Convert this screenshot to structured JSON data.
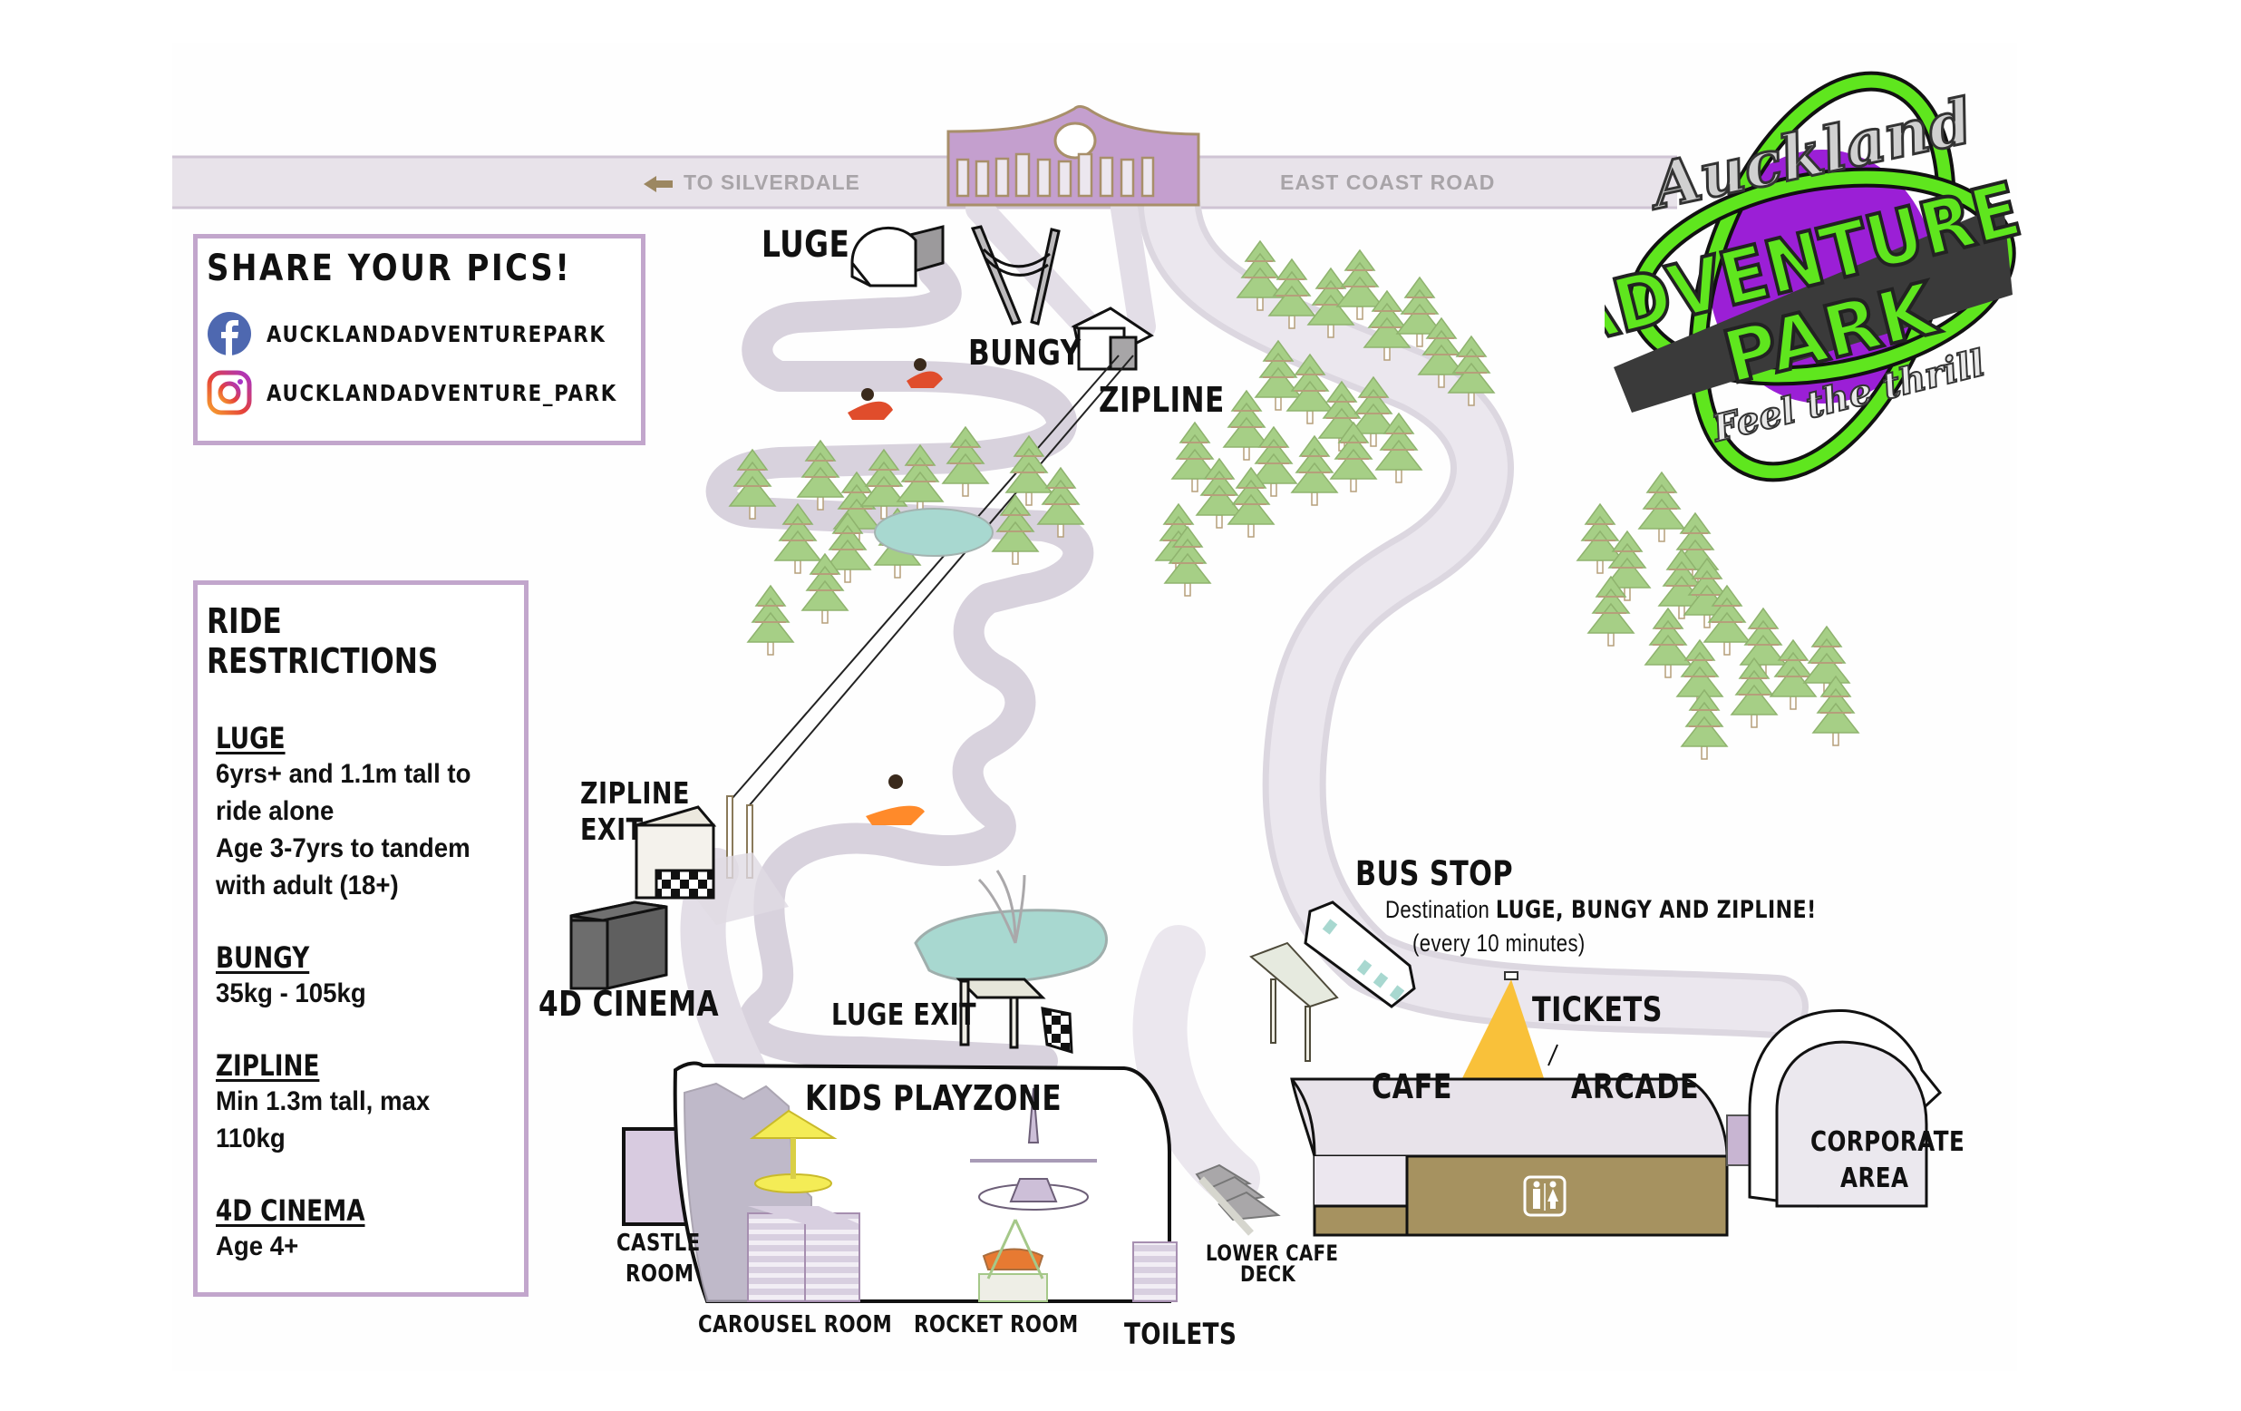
{
  "map": {
    "title": "Auckland Adventure Park Map",
    "colors": {
      "path": "#dcd7e0",
      "path_edge": "#c9c2cf",
      "road": "#e8e3ea",
      "gate": "#c49fce",
      "panel_border": "#c2a6cc",
      "tree": "#a6cf86",
      "pond": "#a8d8d0",
      "logo_green": "#5fe61e",
      "logo_purple": "#9b1fd6",
      "tickets_tent": "#f9c13a",
      "cafe_building": "#a69260"
    }
  },
  "road": {
    "left_label": "TO SILVERDALE",
    "left_icon": "arrow-left-icon",
    "right_label": "EAST COAST ROAD"
  },
  "logo": {
    "line1": "Auckland",
    "line2": "ADVENTURE",
    "line3": "PARK",
    "tagline": "Feel the thrill"
  },
  "share": {
    "title": "SHARE YOUR PICS!",
    "facebook": {
      "icon": "facebook-icon",
      "handle": "AUCKLANDADVENTUREPARK"
    },
    "instagram": {
      "icon": "instagram-icon",
      "handle": "AUCKLANDADVENTURE_PARK"
    }
  },
  "restrictions": {
    "title": "RIDE RESTRICTIONS",
    "items": [
      {
        "ride": "LUGE",
        "lines": [
          "6yrs+ and 1.1m tall to",
          "ride alone",
          "Age 3-7yrs to tandem",
          "with adult (18+)"
        ]
      },
      {
        "ride": "BUNGY",
        "lines": [
          "35kg - 105kg"
        ]
      },
      {
        "ride": "ZIPLINE",
        "lines": [
          "Min 1.3m tall, max",
          "110kg"
        ]
      },
      {
        "ride": "4D CINEMA",
        "lines": [
          "Age 4+"
        ]
      }
    ]
  },
  "labels": {
    "luge": "LUGE",
    "bungy": "BUNGY",
    "zipline": "ZIPLINE",
    "zipline_exit_1": "ZIPLINE",
    "zipline_exit_2": "EXIT",
    "cinema": "4D CINEMA",
    "luge_exit": "LUGE EXIT",
    "kids_playzone": "KIDS PLAYZONE",
    "castle_room_1": "CASTLE",
    "castle_room_2": "ROOM",
    "carousel_room": "CAROUSEL ROOM",
    "rocket_room": "ROCKET ROOM",
    "toilets": "TOILETS",
    "lower_cafe_deck_1": "LOWER CAFE",
    "lower_cafe_deck_2": "DECK",
    "bus_stop": "BUS STOP",
    "bus_dest_prefix": "Destination ",
    "bus_dest": "LUGE, BUNGY AND ZIPLINE!",
    "bus_freq": "(every 10 minutes)",
    "tickets": "TICKETS",
    "cafe": "CAFE",
    "arcade": "ARCADE",
    "corporate_1": "CORPORATE",
    "corporate_2": "AREA",
    "restroom_icon": "restroom-icon"
  }
}
